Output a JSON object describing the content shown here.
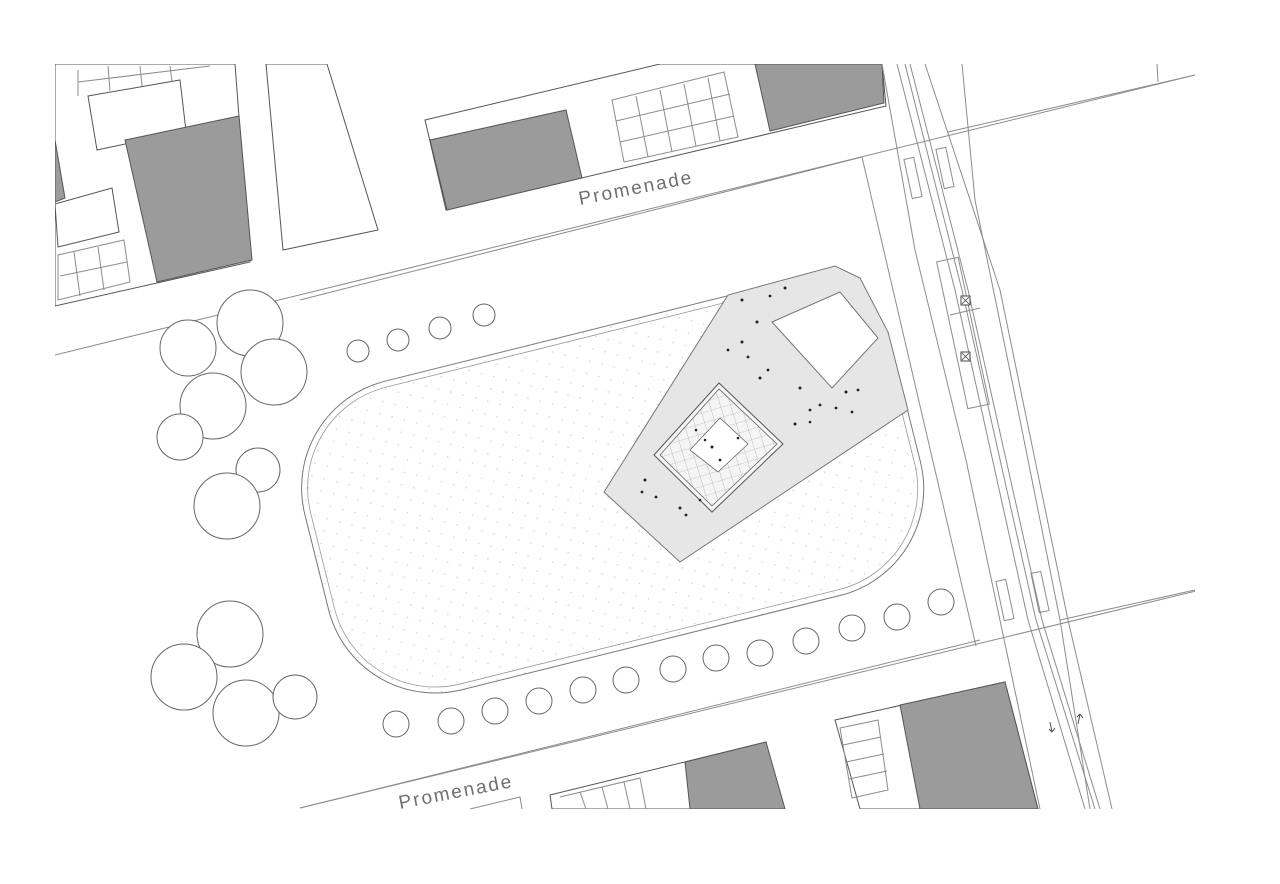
{
  "map": {
    "street_labels": [
      {
        "id": "promenade-north",
        "text": "Promenade"
      },
      {
        "id": "promenade-south",
        "text": "Promenade"
      }
    ],
    "colors": {
      "background": "#ffffff",
      "building_dark": "#9b9b9b",
      "plaza": "#e6e6e6",
      "line": "#8c8c8c"
    },
    "symbols": [
      "tree-icon",
      "direction-arrow-icon",
      "transit-stop-icon"
    ]
  }
}
